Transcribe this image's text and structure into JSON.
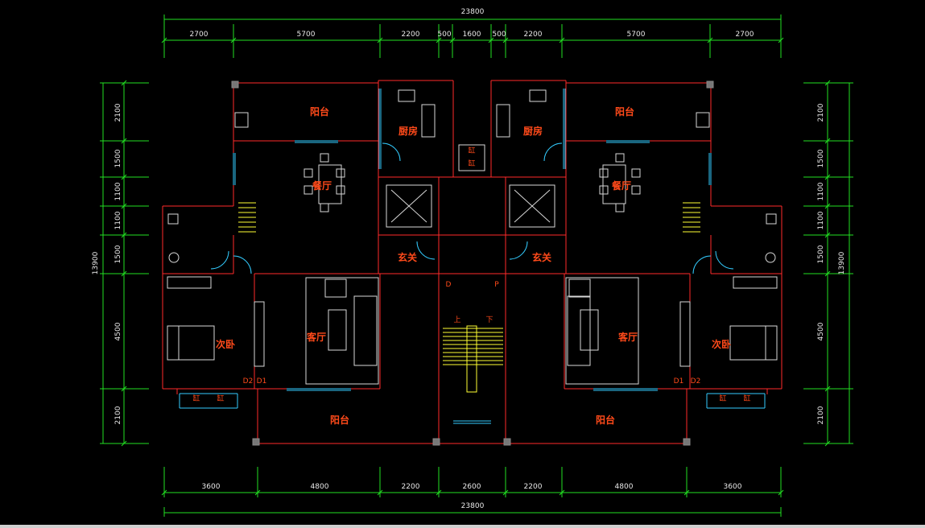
{
  "dimensions": {
    "top_total": "23800",
    "top_segments": [
      "2700",
      "5700",
      "2200",
      "500",
      "1600",
      "500",
      "2200",
      "5700",
      "2700"
    ],
    "bottom_total": "23800",
    "bottom_segments": [
      "3600",
      "4800",
      "2200",
      "2600",
      "2200",
      "4800",
      "3600"
    ],
    "left_total": "13900",
    "left_segments": [
      "2100",
      "1500",
      "1100",
      "1100",
      "1500",
      "4500",
      "2100"
    ],
    "right_total": "13900",
    "right_segments": [
      "2100",
      "1500",
      "1100",
      "1100",
      "1500",
      "4500",
      "2100"
    ]
  },
  "rooms": {
    "balcony_top_left": "阳台",
    "kitchen_left": "厨房",
    "kitchen_right": "厨房",
    "balcony_top_right": "阳台",
    "dining_left": "餐厅",
    "dining_right": "餐厅",
    "foyer_left": "玄关",
    "foyer_right": "玄关",
    "living_left": "客厅",
    "living_right": "客厅",
    "bedroom_left": "次卧",
    "bedroom_right": "次卧",
    "balcony_bottom_left": "阳台",
    "balcony_bottom_right": "阳台"
  },
  "labels": {
    "door_d1_left": "D1",
    "door_d2_left": "D2",
    "door_d1_right": "D1",
    "door_d2_right": "D2",
    "meter_d": "D",
    "meter_p": "P",
    "stair_up": "上",
    "stair_down": "下",
    "flower_box": "缸"
  },
  "colors": {
    "wall": "#ff2a2a",
    "dimension": "#22e022",
    "window": "#33ccff",
    "furniture": "#d8d8d8",
    "room_text": "#ff4a1a",
    "stair": "#ffff33"
  }
}
